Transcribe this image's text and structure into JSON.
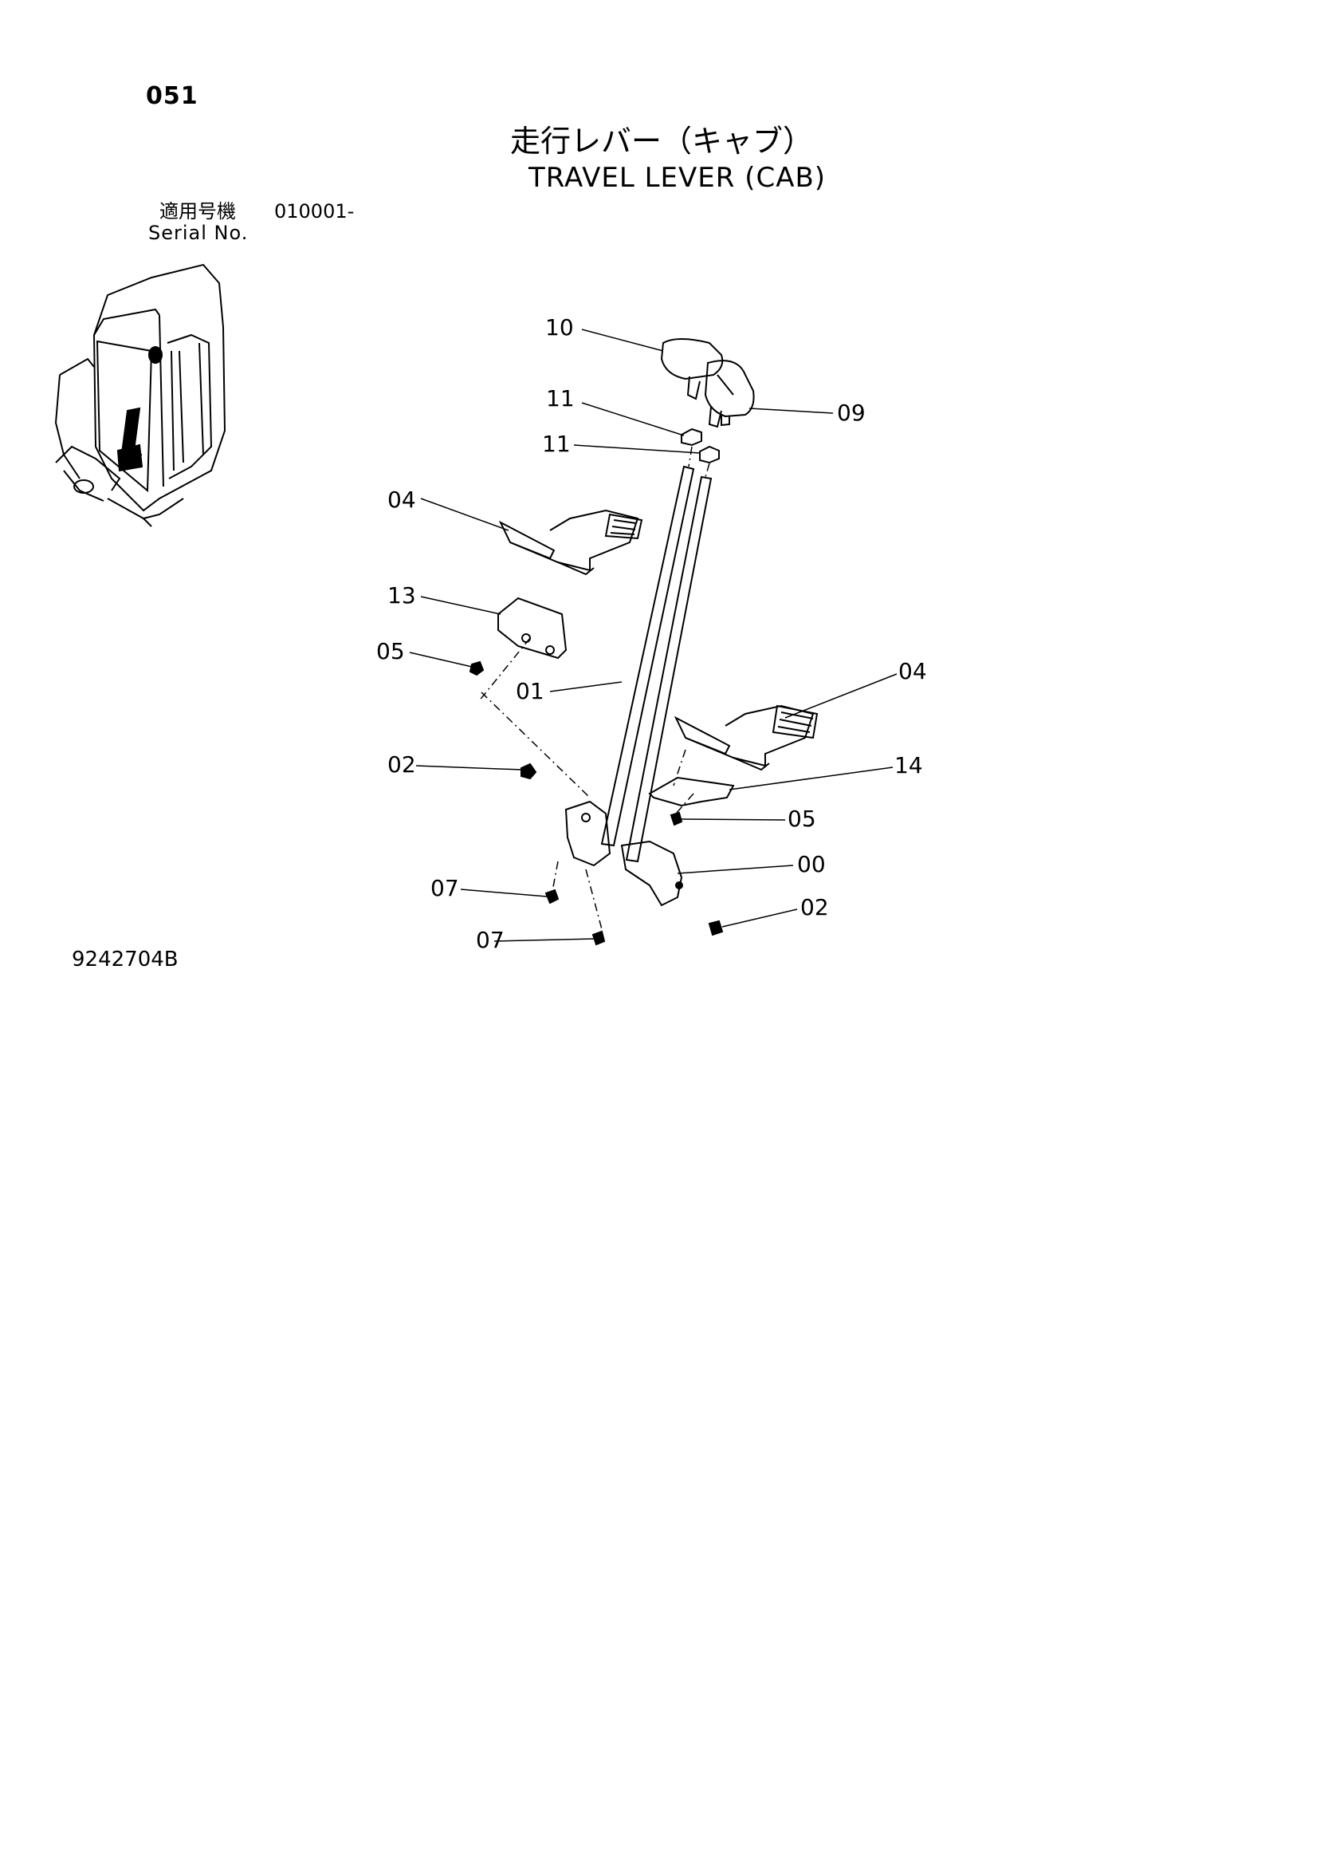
{
  "page_number": "051",
  "title_jp": "走行レバー（キャブ）",
  "title_en": "TRAVEL LEVER (CAB)",
  "serial": {
    "label_jp": "適用号機",
    "label_en": "Serial No.",
    "value": "010001-"
  },
  "drawing_number": "9242704B",
  "callouts": [
    "10",
    "09",
    "11",
    "11",
    "04",
    "13",
    "05",
    "01",
    "04",
    "02",
    "14",
    "05",
    "00",
    "07",
    "02",
    "07"
  ]
}
